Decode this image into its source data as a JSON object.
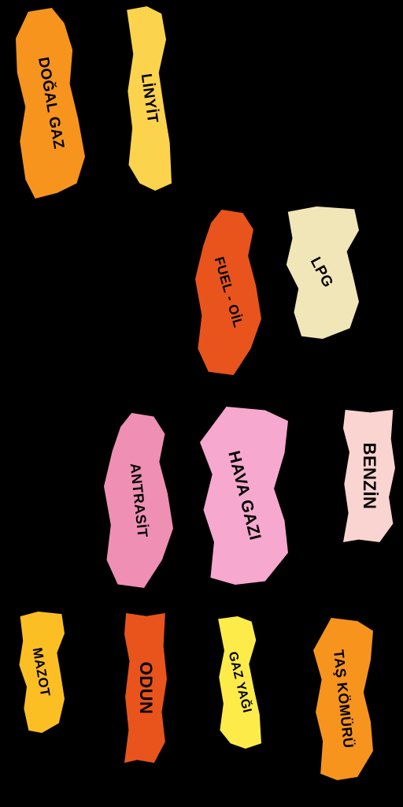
{
  "labels": {
    "dogal_gaz": "DOĞAL GAZ",
    "linyit": "LİNYİT",
    "fuel_oil": "FUEL - OİL",
    "lpg": "LPG",
    "antrasit": "ANTRASİT",
    "hava_gazi": "HAVA GAZI",
    "benzin": "BENZİN",
    "mazot": "MAZOT",
    "odun": "ODUN",
    "gaz_yagi": "GAZ YAĞI",
    "tas_komuru": "TAŞ KÖMÜRÜ"
  },
  "colors": {
    "dogal_gaz": "#F7941D",
    "linyit": "#FCD34D",
    "fuel_oil": "#E8541C",
    "lpg": "#F1E6B8",
    "antrasit": "#EF8FB4",
    "hava_gazi": "#F6A8CF",
    "benzin": "#FAD4D0",
    "mazot": "#FBBF24",
    "odun": "#E8541C",
    "gaz_yagi": "#FDEB4A",
    "tas_komuru": "#F7941D"
  }
}
